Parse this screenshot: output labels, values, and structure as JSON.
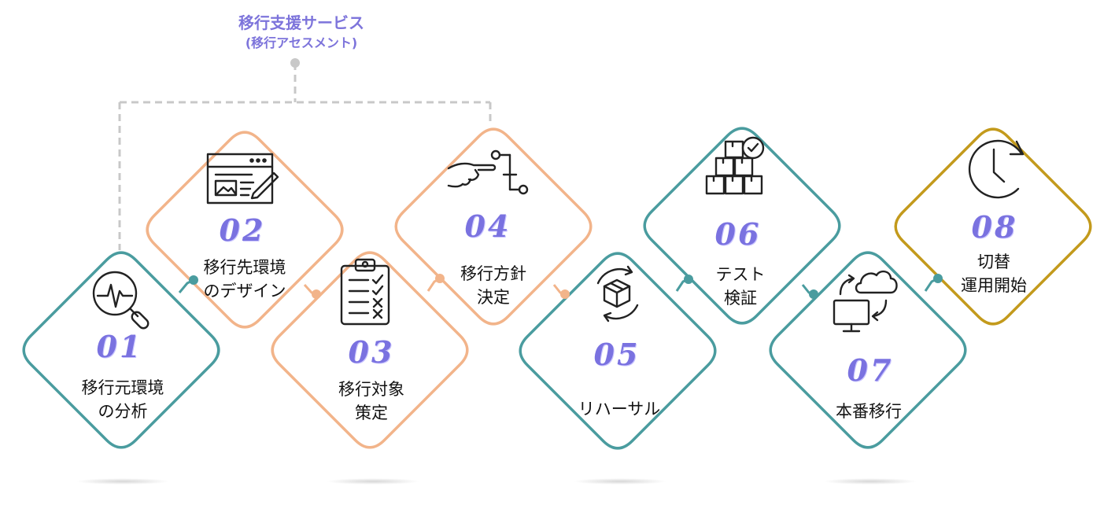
{
  "title": {
    "main": "移行支援サービス",
    "sub": "(移行アセスメント)"
  },
  "colors": {
    "teal": "#4a9c9f",
    "peach": "#f2b48a",
    "gold": "#c39a1c",
    "number": "#7a72e0",
    "dashed": "#c8c8c8",
    "title": "#7d74db"
  },
  "steps": [
    {
      "num": "01",
      "line1": "移行元環境",
      "line2": "の分析",
      "icon": "magnifier-pulse-icon",
      "color": "teal"
    },
    {
      "num": "02",
      "line1": "移行先環境",
      "line2": "のデザイン",
      "icon": "design-window-icon",
      "color": "peach"
    },
    {
      "num": "03",
      "line1": "移行対象",
      "line2": "策定",
      "icon": "clipboard-checklist-icon",
      "color": "peach"
    },
    {
      "num": "04",
      "line1": "移行方針",
      "line2": "決定",
      "icon": "pointing-hand-flow-icon",
      "color": "peach"
    },
    {
      "num": "05",
      "line1": "リハーサル",
      "line2": "",
      "icon": "box-cycle-icon",
      "color": "teal"
    },
    {
      "num": "06",
      "line1": "テスト",
      "line2": "検証",
      "icon": "boxes-check-icon",
      "color": "teal"
    },
    {
      "num": "07",
      "line1": "本番移行",
      "line2": "",
      "icon": "cloud-monitor-sync-icon",
      "color": "teal"
    },
    {
      "num": "08",
      "line1": "切替",
      "line2": "運用開始",
      "icon": "clock-icon",
      "color": "gold"
    }
  ]
}
